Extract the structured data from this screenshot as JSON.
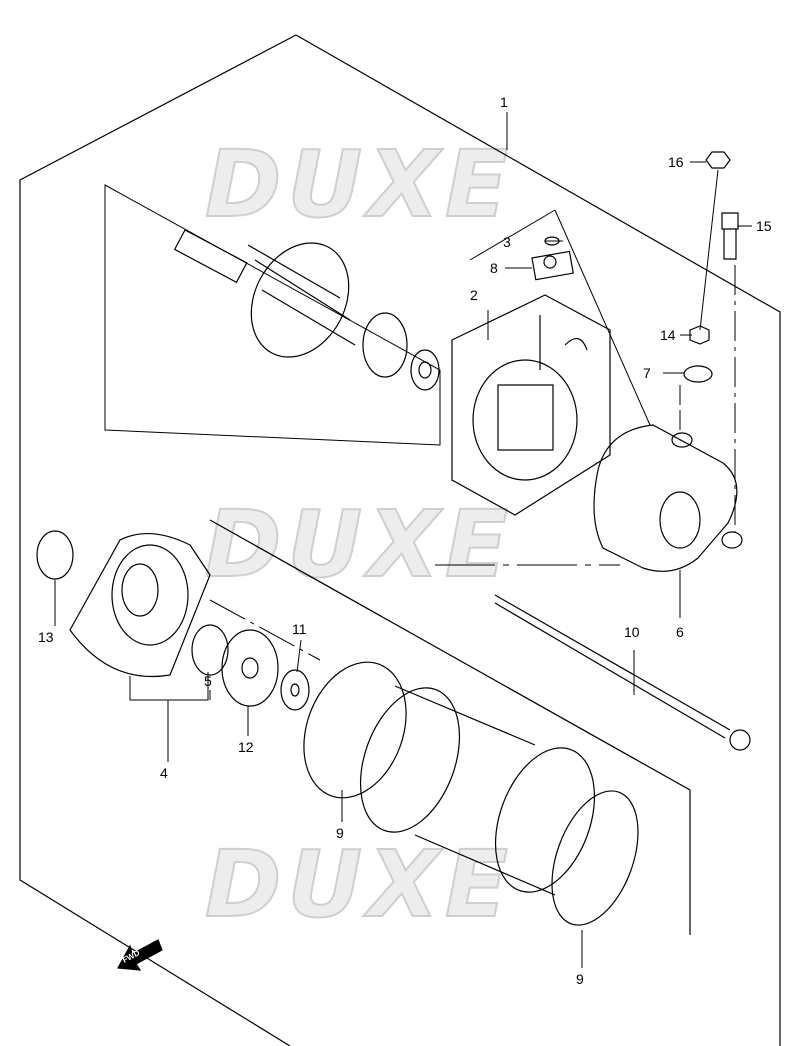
{
  "watermark": "DUXE",
  "fwd_label": "FWD",
  "callouts": {
    "p1": "1",
    "p2": "2",
    "p3": "3",
    "p4": "4",
    "p5": "5",
    "p6": "6",
    "p7": "7",
    "p8": "8",
    "p9a": "9",
    "p9b": "9",
    "p10": "10",
    "p11": "11",
    "p12": "12",
    "p13": "13",
    "p14": "14",
    "p15": "15",
    "p16": "16"
  }
}
